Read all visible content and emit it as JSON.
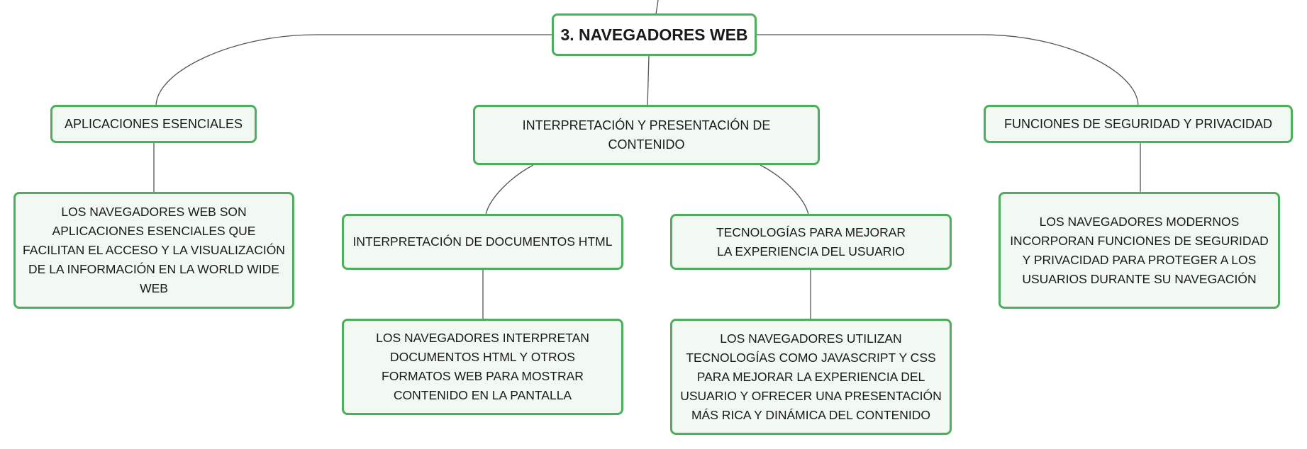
{
  "colors": {
    "node_border": "#4caf5c",
    "node_fill": "#f1f9f2",
    "root_fill": "#ffffff",
    "connector": "#555555"
  },
  "root": {
    "label": "3. NAVEGADORES WEB"
  },
  "branches": {
    "left": {
      "label": "APLICACIONES ESENCIALES",
      "detail": "LOS NAVEGADORES WEB SON APLICACIONES ESENCIALES QUE FACILITAN EL ACCESO Y LA VISUALIZACIÓN DE LA INFORMACIÓN EN LA WORLD WIDE WEB"
    },
    "center": {
      "label": "INTERPRETACIÓN Y PRESENTACIÓN DE CONTENIDO",
      "children": [
        {
          "label": "INTERPRETACIÓN DE DOCUMENTOS HTML",
          "detail": "LOS NAVEGADORES INTERPRETAN DOCUMENTOS HTML Y OTROS FORMATOS WEB PARA MOSTRAR CONTENIDO EN LA PANTALLA"
        },
        {
          "label": "TECNOLOGÍAS PARA MEJORAR LA EXPERIENCIA DEL USUARIO",
          "detail": "LOS NAVEGADORES UTILIZAN TECNOLOGÍAS COMO JAVASCRIPT Y CSS PARA MEJORAR LA EXPERIENCIA DEL USUARIO Y OFRECER UNA PRESENTACIÓN MÁS RICA Y DINÁMICA DEL CONTENIDO"
        }
      ]
    },
    "right": {
      "label": "FUNCIONES DE SEGURIDAD Y PRIVACIDAD",
      "detail": "LOS NAVEGADORES MODERNOS INCORPORAN FUNCIONES DE SEGURIDAD Y PRIVACIDAD PARA PROTEGER A LOS USUARIOS DURANTE SU NAVEGACIÓN"
    }
  }
}
